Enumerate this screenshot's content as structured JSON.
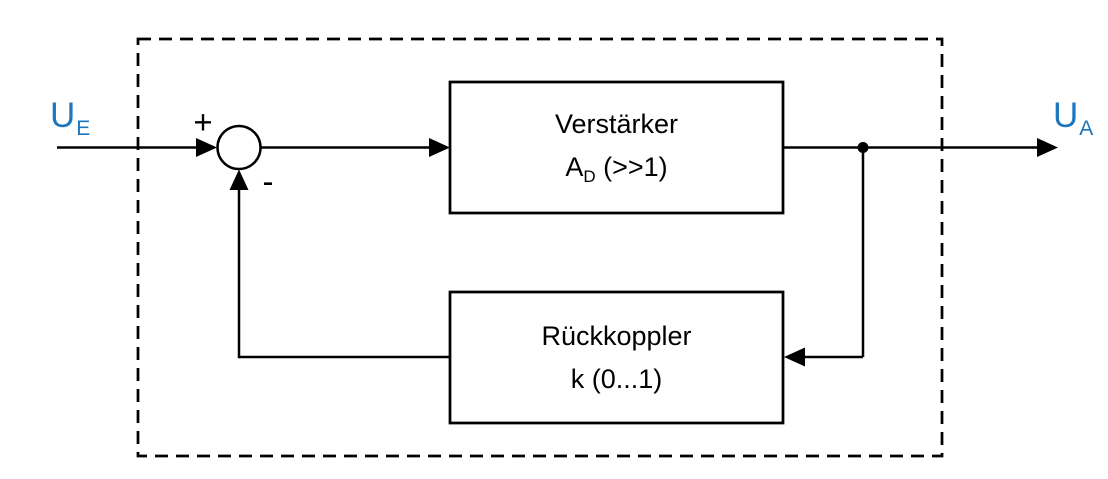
{
  "diagram": {
    "colors": {
      "line": "#000000",
      "signal_label": "#1E76BE",
      "background": "#FFFFFF"
    },
    "labels": {
      "input": {
        "main": "U",
        "sub": "E"
      },
      "output": {
        "main": "U",
        "sub": "A"
      },
      "sum_plus": "+",
      "sum_minus": "-"
    },
    "blocks": {
      "amplifier": {
        "line1": "Verstärker",
        "line2_main": "A",
        "line2_sub": "D",
        "line2_rest": " (>>1)"
      },
      "feedback": {
        "line1": "Rückkoppler",
        "line2": "k (0...1)"
      }
    }
  }
}
